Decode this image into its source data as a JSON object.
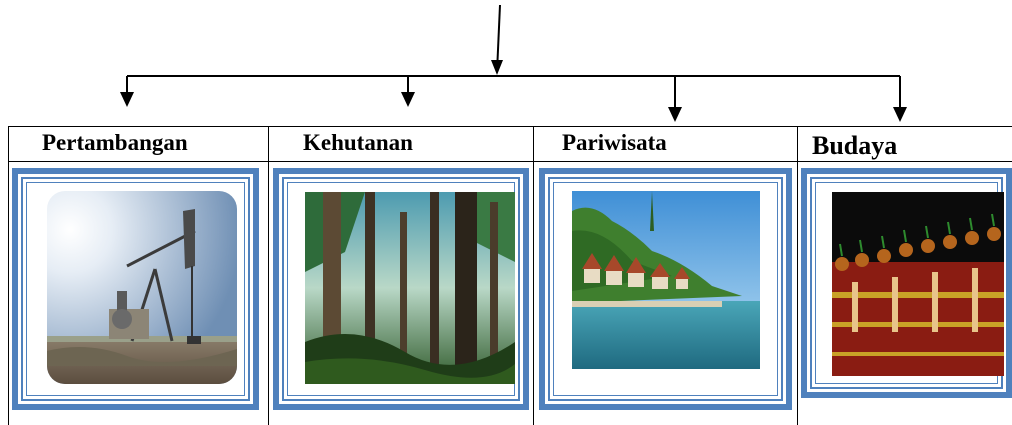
{
  "categories": [
    {
      "label": "Pertambangan",
      "icon": "oil-pumpjack-photo"
    },
    {
      "label": "Kehutanan",
      "icon": "forest-photo"
    },
    {
      "label": "Pariwisata",
      "icon": "lake-resort-photo"
    },
    {
      "label": "Budaya",
      "icon": "traditional-dancers-photo"
    }
  ],
  "colors": {
    "frame": "#4f81bd",
    "line": "#000000"
  }
}
